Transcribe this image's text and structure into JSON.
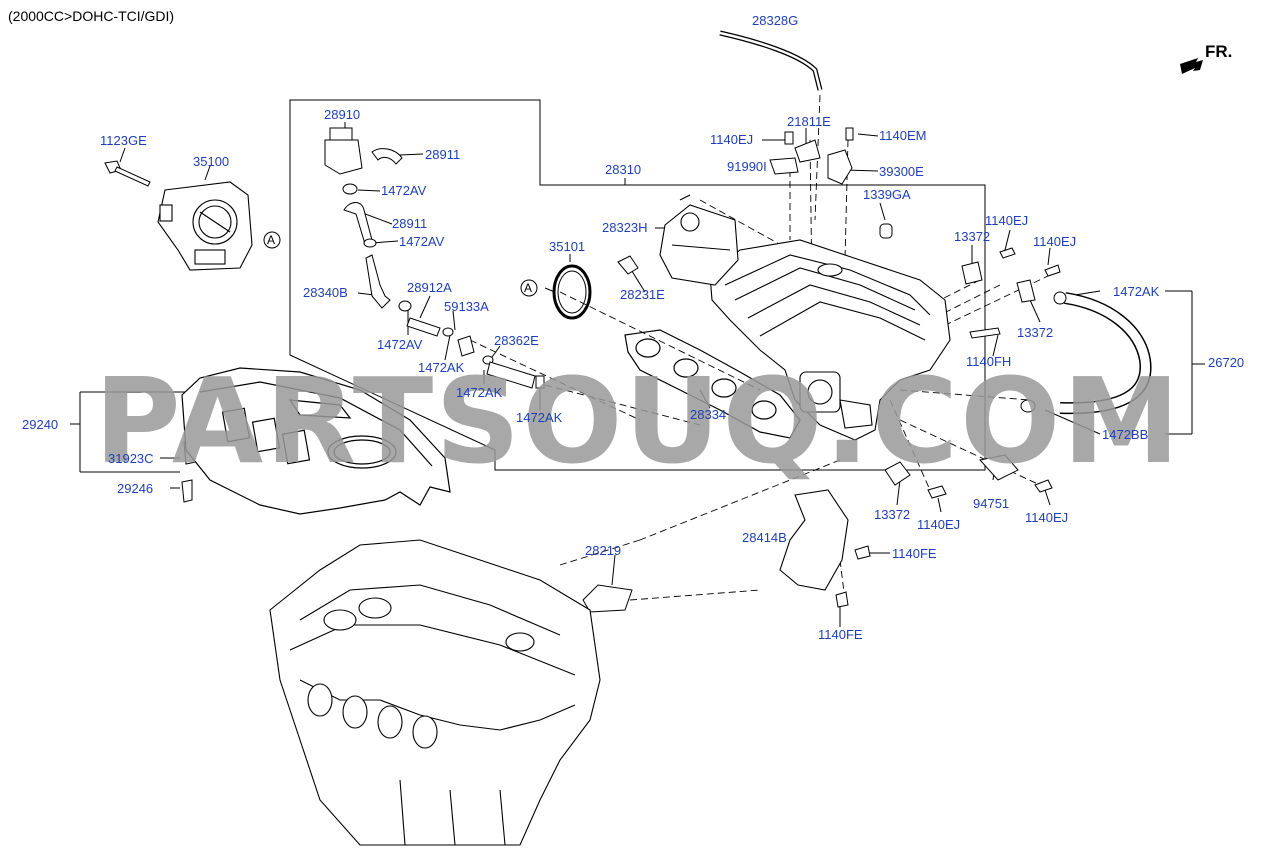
{
  "header": {
    "variant": "(2000CC>DOHC-TCI/GDI)"
  },
  "orientation": {
    "label": "FR."
  },
  "watermark": {
    "text": "PARTSOUQ.COM"
  },
  "callouts": [
    {
      "id": "c01",
      "part": "28328G"
    },
    {
      "id": "c02",
      "part": "1123GE"
    },
    {
      "id": "c03",
      "part": "35100"
    },
    {
      "id": "c04",
      "part": "A"
    },
    {
      "id": "c05",
      "part": "28910"
    },
    {
      "id": "c06",
      "part": "28911"
    },
    {
      "id": "c07",
      "part": "1472AV"
    },
    {
      "id": "c08",
      "part": "28911"
    },
    {
      "id": "c09",
      "part": "1472AV"
    },
    {
      "id": "c10",
      "part": "28340B"
    },
    {
      "id": "c11",
      "part": "28912A"
    },
    {
      "id": "c12",
      "part": "59133A"
    },
    {
      "id": "c13",
      "part": "1472AV"
    },
    {
      "id": "c14",
      "part": "1472AK"
    },
    {
      "id": "c15",
      "part": "28362E"
    },
    {
      "id": "c16",
      "part": "1472AK"
    },
    {
      "id": "c17",
      "part": "1472AK"
    },
    {
      "id": "c18",
      "part": "28310"
    },
    {
      "id": "c19",
      "part": "28323H"
    },
    {
      "id": "c20",
      "part": "35101"
    },
    {
      "id": "c21",
      "part": "A"
    },
    {
      "id": "c22",
      "part": "28231E"
    },
    {
      "id": "c23",
      "part": "1140EJ"
    },
    {
      "id": "c24",
      "part": "21811E"
    },
    {
      "id": "c25",
      "part": "1140EM"
    },
    {
      "id": "c26",
      "part": "91990I"
    },
    {
      "id": "c27",
      "part": "39300E"
    },
    {
      "id": "c28",
      "part": "1339GA"
    },
    {
      "id": "c29",
      "part": "1140EJ"
    },
    {
      "id": "c30",
      "part": "13372"
    },
    {
      "id": "c31",
      "part": "1140EJ"
    },
    {
      "id": "c32",
      "part": "1472AK"
    },
    {
      "id": "c33",
      "part": "13372"
    },
    {
      "id": "c34",
      "part": "1140FH"
    },
    {
      "id": "c35",
      "part": "26720"
    },
    {
      "id": "c36",
      "part": "28334"
    },
    {
      "id": "c37",
      "part": "1472BB"
    },
    {
      "id": "c38",
      "part": "29240"
    },
    {
      "id": "c39",
      "part": "31923C"
    },
    {
      "id": "c40",
      "part": "29246"
    },
    {
      "id": "c41",
      "part": "13372"
    },
    {
      "id": "c42",
      "part": "1140EJ"
    },
    {
      "id": "c43",
      "part": "94751"
    },
    {
      "id": "c44",
      "part": "1140EJ"
    },
    {
      "id": "c45",
      "part": "28414B"
    },
    {
      "id": "c46",
      "part": "1140FE"
    },
    {
      "id": "c47",
      "part": "28219"
    },
    {
      "id": "c48",
      "part": "1140FE"
    }
  ]
}
